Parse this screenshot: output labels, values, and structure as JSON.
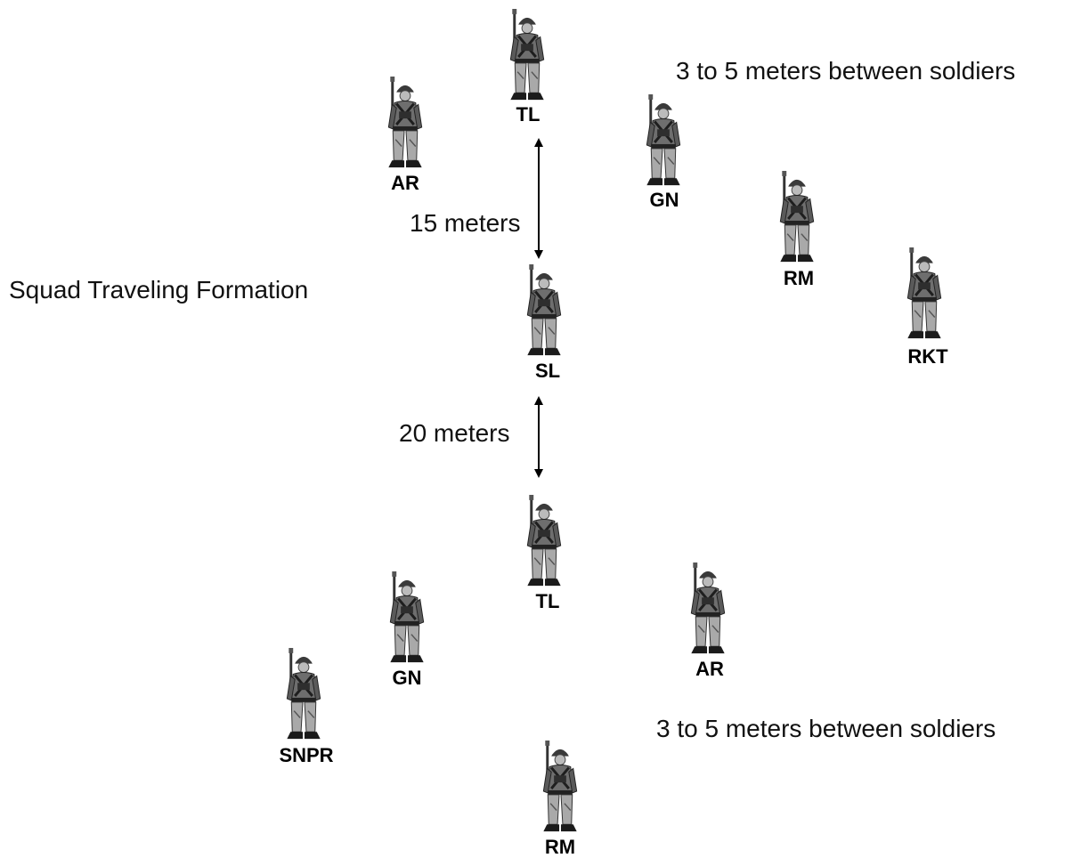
{
  "diagram": {
    "title": "Squad Traveling  Formation",
    "spacing_note_top": "3 to 5 meters between soldiers",
    "spacing_note_bottom": "3 to 5 meters between soldiers",
    "distance_upper": "15 meters",
    "distance_lower": "20 meters",
    "soldier_icon": "soldier-figure-icon",
    "soldiers": {
      "team_a_leader": "TL",
      "team_a_ar": "AR",
      "team_a_gn": "GN",
      "team_a_rm": "RM",
      "team_a_rkt": "RKT",
      "squad_leader": "SL",
      "team_b_leader": "TL",
      "team_b_gn": "GN",
      "team_b_snpr": "SNPR",
      "team_b_ar": "AR",
      "team_b_rm": "RM"
    }
  }
}
